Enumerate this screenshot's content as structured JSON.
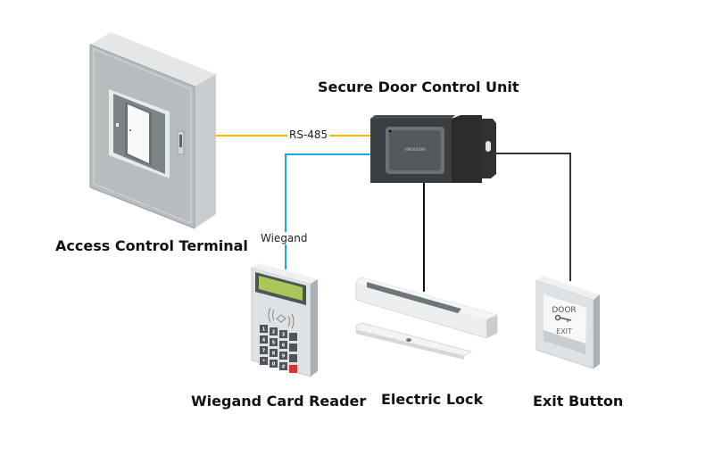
{
  "diagram": {
    "nodes": [
      {
        "id": "terminal",
        "label": "Access Control Terminal"
      },
      {
        "id": "control_unit",
        "label": "Secure Door Control Unit",
        "brand": "HIKVISION"
      },
      {
        "id": "card_reader",
        "label": "Wiegand Card Reader",
        "keypad": [
          "1",
          "2",
          "3",
          "",
          "4",
          "5",
          "6",
          "",
          "7",
          "8",
          "9",
          "",
          "*",
          "0",
          "#",
          ""
        ]
      },
      {
        "id": "lock",
        "label": "Electric Lock"
      },
      {
        "id": "exit_button",
        "label": "Exit Button",
        "face_top": "DOOR",
        "face_bottom": "EXIT"
      }
    ],
    "connections": [
      {
        "from": "terminal",
        "to": "control_unit",
        "label": "RS-485",
        "color": "#f5b800"
      },
      {
        "from": "control_unit",
        "to": "card_reader",
        "label": "Wiegand",
        "color": "#1aa7e8"
      },
      {
        "from": "control_unit",
        "to": "lock",
        "label": "",
        "color": "#111111"
      },
      {
        "from": "control_unit",
        "to": "exit_button",
        "label": "",
        "color": "#111111"
      }
    ]
  }
}
